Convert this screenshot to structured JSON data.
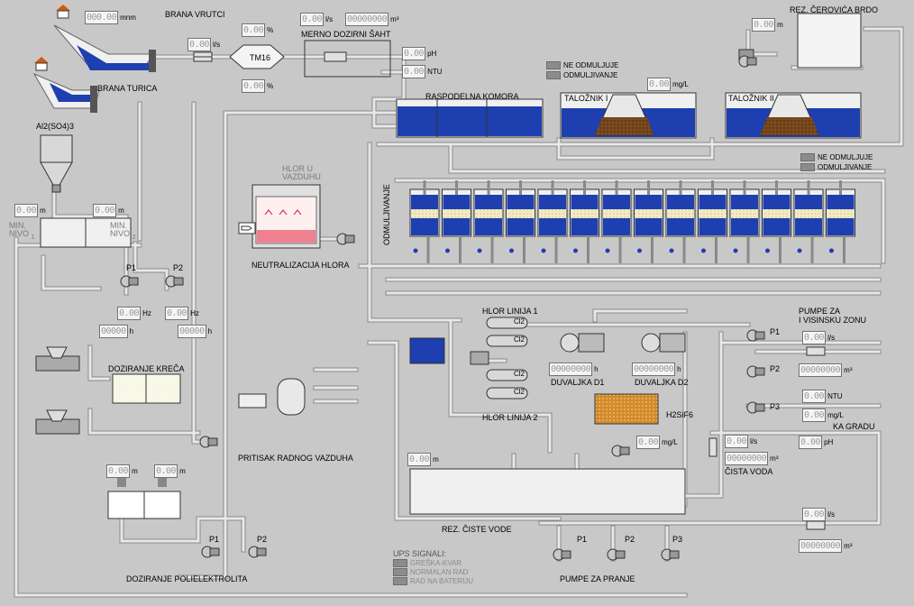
{
  "labels": {
    "brana_vrutci": "BRANA VRUTCI",
    "brana_turica": "BRANA TURICA",
    "merno_dozirni_saht": "MERNO DOZIRNI ŠAHT",
    "tm16": "TM16",
    "raspodelna_komora": "RASPODELNA KOMORA",
    "talooznik_1": "TALOŽNIK I",
    "talooznik_2": "TALOŽNIK II",
    "rez_cerovica": "REZ. ČEROVIĆA BRDO",
    "al2so4": "Al2(SO4)3",
    "min_nivo_1": "MIN. NIVO",
    "min_nivo_2": "MIN. NIVO",
    "min_nivo_sub_1": "1",
    "min_nivo_sub_2": "2",
    "hlor_u_vazduhu": "HLOR U VAZDUHU",
    "neutralizacija_hlora": "NEUTRALIZACIJA HLORA",
    "odmuljivanje_vertical": "ODMULJIVANJE",
    "doziranje_kreca": "DOZIRANJE KREČA",
    "hlor_linija_1": "HLOR LINIJA 1",
    "hlor_linija_2": "HLOR LINIJA 2",
    "duvaljka_d1": "DUVALJKA D1",
    "duvaljka_d2": "DUVALJKA D2",
    "h2sif6": "H2SiF6",
    "pritisak": "PRITISAK RADNOG VAZDUHA",
    "pumpe_za": "PUMPE ZA",
    "visinska_zona": "I VISINSKU ZONU",
    "ka_gradu": "KA GRADU",
    "cista_voda": "ČISTA VODA",
    "rez_ciste_vode": "REZ. ČISTE VODE",
    "doziranje_polielektrolita": "DOZIRANJE POLIELEKTROLITA",
    "pumpe_za_pranje": "PUMPE ZA PRANJE",
    "ups_signali": "UPS SIGNALI:",
    "p1": "P1",
    "p2": "P2",
    "p3": "P3",
    "cl2": "Cl2"
  },
  "indicators": {
    "ne_odmuljuje_1": "NE ODMULJUJE",
    "odmuljivanje_1": "ODMULJIVANJE",
    "ne_odmuljuje_2": "NE ODMULJUJE",
    "odmuljivanje_2": "ODMULJIVANJE",
    "greska_kvar": "GREŠKA-KVAR",
    "normalan_rad": "NORMALAN RAD",
    "rad_na_bateriju": "RAD NA BATERIJU"
  },
  "displays": {
    "vrutci_level": {
      "value": "000.00",
      "unit": "mnm"
    },
    "flow_in": {
      "value": "0.00",
      "unit": "l/s"
    },
    "tm16_top": {
      "value": "0.00",
      "unit": "%"
    },
    "tm16_bottom": {
      "value": "0.00",
      "unit": "%"
    },
    "merno_flow": {
      "value": "0.00",
      "unit": "l/s"
    },
    "merno_total": {
      "value": "00000000",
      "unit": "m³"
    },
    "ph_in": {
      "value": "0.00",
      "unit": "pH"
    },
    "ntu_in": {
      "value": "0.00",
      "unit": "NTU"
    },
    "mgl_talooznik": {
      "value": "0.00",
      "unit": "mg/L"
    },
    "cerovica_level": {
      "value": "0.00",
      "unit": "m"
    },
    "al_level_1": {
      "value": "0.00",
      "unit": "m"
    },
    "al_level_2": {
      "value": "0.00",
      "unit": "m"
    },
    "hz_1": {
      "value": "0.00",
      "unit": "Hz"
    },
    "hz_2": {
      "value": "0.00",
      "unit": "Hz"
    },
    "h_1": {
      "value": "00000",
      "unit": "h"
    },
    "h_2": {
      "value": "00000",
      "unit": "h"
    },
    "duv_d1_h": {
      "value": "00000000",
      "unit": "h"
    },
    "duv_d2_h": {
      "value": "00000000",
      "unit": "h"
    },
    "h2sif6_mgl": {
      "value": "0.00",
      "unit": "mg/L"
    },
    "rez_ciste_level": {
      "value": "0.00",
      "unit": "m"
    },
    "poli_level_1": {
      "value": "0.00",
      "unit": "m"
    },
    "poli_level_2": {
      "value": "0.00",
      "unit": "m"
    },
    "vz_flow": {
      "value": "0.00",
      "unit": "l/s"
    },
    "vz_total": {
      "value": "00000000",
      "unit": "m³"
    },
    "ntu_out": {
      "value": "0.00",
      "unit": "NTU"
    },
    "mgl_out": {
      "value": "0.00",
      "unit": "mg/L"
    },
    "cv_flow": {
      "value": "0.00",
      "unit": "l/s"
    },
    "cv_total": {
      "value": "00000000",
      "unit": "m³"
    },
    "ph_out": {
      "value": "0.00",
      "unit": "pH"
    },
    "prz_flow": {
      "value": "0.00",
      "unit": "l/s"
    },
    "prz_total": {
      "value": "00000000",
      "unit": "m³"
    }
  },
  "colors": {
    "background": "#c8c8c8",
    "pipe": "#e2e2e2",
    "pipe_edge": "#8a8a8a",
    "water": "#1e3fb0",
    "sludge": "#7a4a1e",
    "sand": "#efe6b8",
    "display_text": "#9a9a9a",
    "valve_red": "#c00000"
  }
}
